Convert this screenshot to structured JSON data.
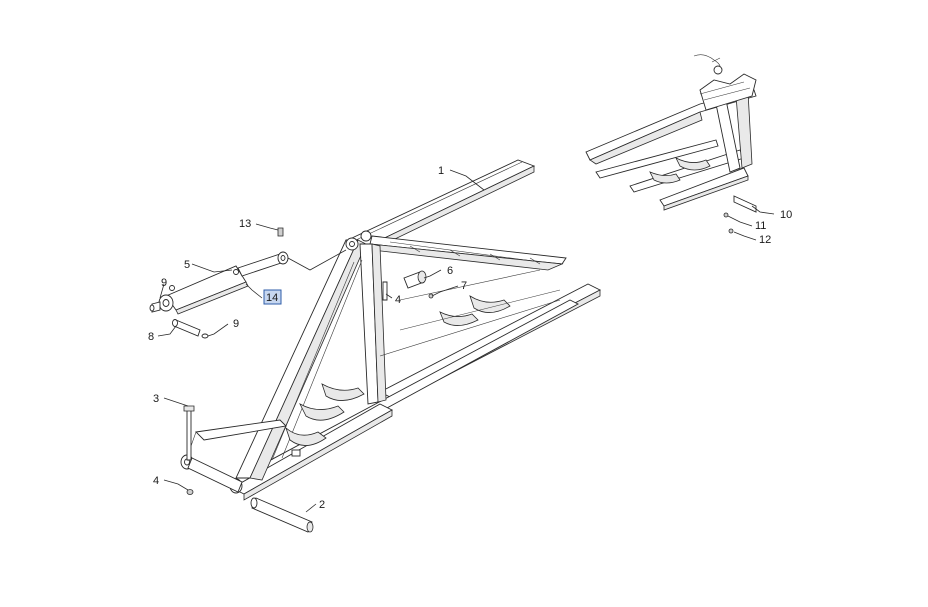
{
  "diagram": {
    "callouts": [
      {
        "id": "c1",
        "text": "1"
      },
      {
        "id": "c2",
        "text": "2"
      },
      {
        "id": "c3",
        "text": "3"
      },
      {
        "id": "c4a",
        "text": "4"
      },
      {
        "id": "c4b",
        "text": "4"
      },
      {
        "id": "c5",
        "text": "5"
      },
      {
        "id": "c6",
        "text": "6"
      },
      {
        "id": "c7",
        "text": "7"
      },
      {
        "id": "c8",
        "text": "8"
      },
      {
        "id": "c9a",
        "text": "9"
      },
      {
        "id": "c9b",
        "text": "9"
      },
      {
        "id": "c10",
        "text": "10"
      },
      {
        "id": "c11",
        "text": "11"
      },
      {
        "id": "c12",
        "text": "12"
      },
      {
        "id": "c13",
        "text": "13"
      },
      {
        "id": "c14",
        "text": "14",
        "highlighted": true
      }
    ],
    "colors": {
      "line": "#2a2a2a",
      "highlight_fill": "#c7d7f0",
      "highlight_stroke": "#2f5ea8"
    }
  }
}
